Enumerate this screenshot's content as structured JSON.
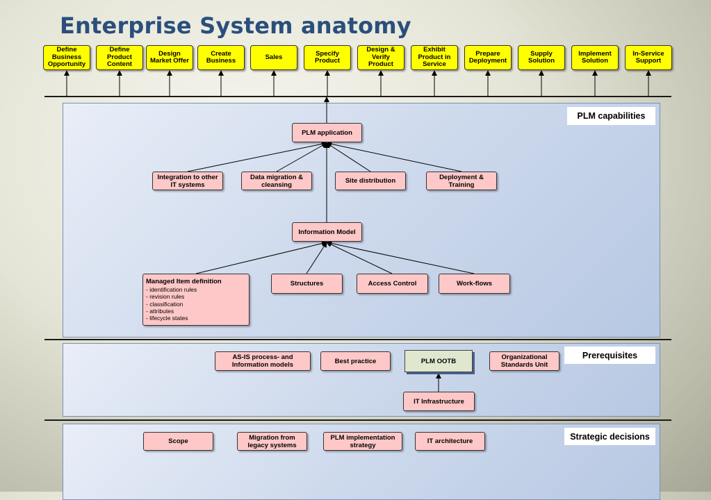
{
  "title": "Enterprise System anatomy",
  "phases": [
    "Define Business Opportunity",
    "Define Product Content",
    "Design Market Offer",
    "Create Business",
    "Sales",
    "Specify Product",
    "Design & Verify Product",
    "Exhibit Product in Service",
    "Prepare Deployment",
    "Supply Solution",
    "Implement Solution",
    "In-Service Support"
  ],
  "plm": {
    "label": "PLM capabilities",
    "application": "PLM application",
    "capabilities": [
      "Integration to other IT systems",
      "Data migration & cleansing",
      "Site distribution",
      "Deployment & Training"
    ],
    "information_model": "Information Model",
    "managed_item": {
      "title": "Managed Item definition",
      "lines": [
        "- identification rules",
        "- revision rules",
        "- classification",
        "- attributes",
        "- lifecycle states"
      ]
    },
    "model_parts": [
      "Structures",
      "Access Control",
      "Work-flows"
    ]
  },
  "prerequisites": {
    "label": "Prerequisites",
    "items": [
      "AS-IS process- and Information models",
      "Best practice",
      "PLM OOTB",
      "Organizational Standards Unit",
      "IT Infrastructure"
    ]
  },
  "strategic": {
    "label": "Strategic decisions",
    "items": [
      "Scope",
      "Migration from legacy systems",
      "PLM implementation strategy",
      "IT architecture"
    ]
  }
}
